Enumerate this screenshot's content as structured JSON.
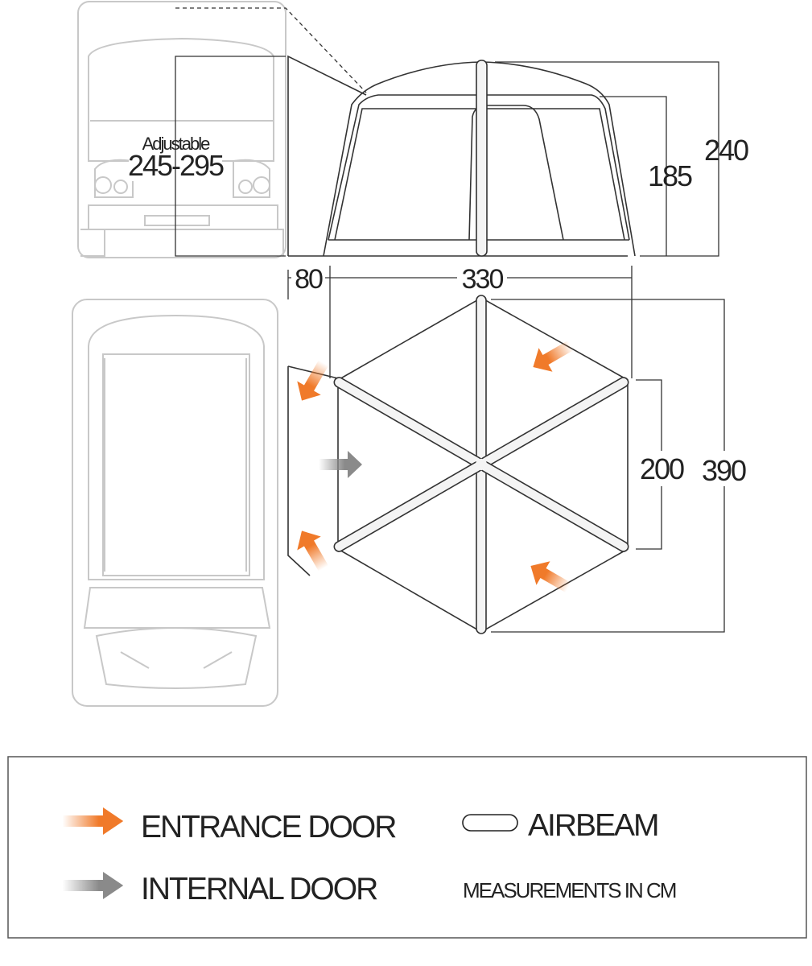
{
  "van": {
    "label": "Adjustable",
    "range": "245-295"
  },
  "dimensions": {
    "total_height": "240",
    "door_height": "185",
    "awning_depth": "80",
    "tent_width": "330",
    "inner_depth": "200",
    "total_depth": "390"
  },
  "legend": {
    "entrance_door": "ENTRANCE DOOR",
    "internal_door": "INTERNAL DOOR",
    "airbeam": "AIRBEAM",
    "units": "MEASUREMENTS IN CM"
  },
  "colors": {
    "entrance": "#f07a2a",
    "internal": "#8a8a8a",
    "line": "#333333",
    "van": "#c8c8c8"
  }
}
